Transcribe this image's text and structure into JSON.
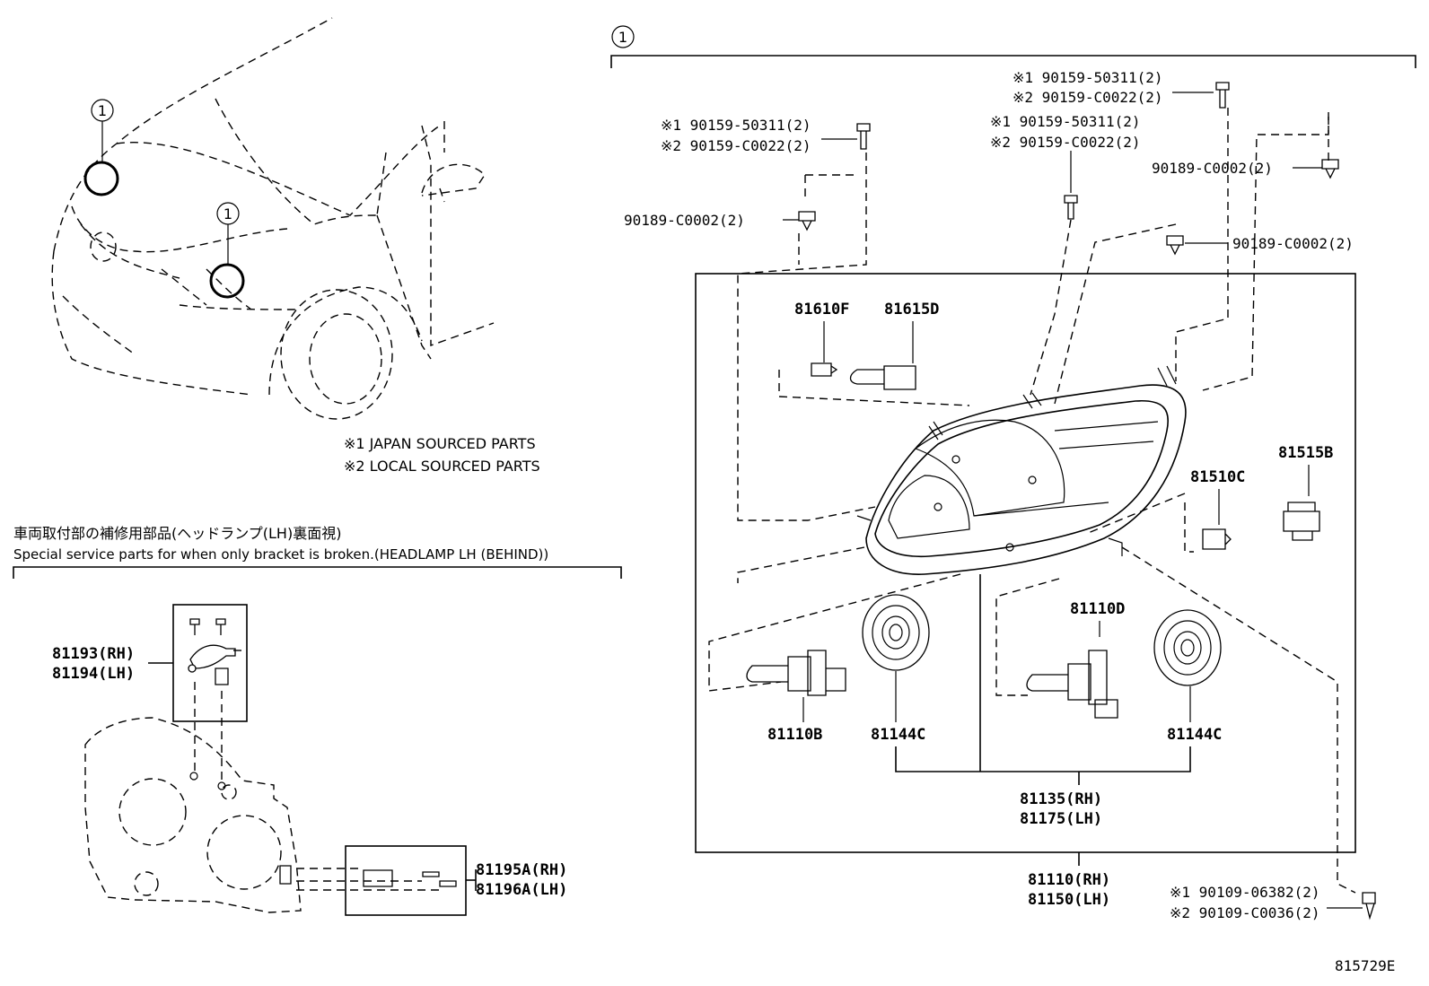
{
  "callout": "1",
  "notes": {
    "japan": "※1 JAPAN SOURCED PARTS",
    "local": "※2 LOCAL SOURCED PARTS"
  },
  "special_service": {
    "title_jp": "車両取付部の補修用部品(ヘッドランプ(LH)裏面視)",
    "title_en": "Special service parts for when only bracket is broken.(HEADLAMP LH (BEHIND))"
  },
  "parts": {
    "p81193": "81193(RH)",
    "p81194": "81194(LH)",
    "p81195a": "81195A(RH)",
    "p81196a": "81196A(LH)",
    "p81610f": "81610F",
    "p81615d": "81615D",
    "p81515b": "81515B",
    "p81510c": "81510C",
    "p81110d": "81110D",
    "p81110b": "81110B",
    "p81144c_left": "81144C",
    "p81144c_right": "81144C",
    "p81135": "81135(RH)",
    "p81175": "81175(LH)",
    "p81110": "81110(RH)",
    "p81150": "81150(LH)"
  },
  "screws": {
    "a1": "※1 90159-50311(2)",
    "a2": "※2 90159-C0022(2)",
    "b1": "※1 90159-50311(2)",
    "b2": "※2 90159-C0022(2)",
    "c1": "※1 90159-50311(2)",
    "c2": "※2 90159-C0022(2)",
    "clip_left": "90189-C0002(2)",
    "clip_right_top": "90189-C0002(2)",
    "clip_right_mid": "90189-C0002(2)",
    "d1": "※1 90109-06382(2)",
    "d2": "※2 90109-C0036(2)"
  },
  "diagram_id": "815729E"
}
